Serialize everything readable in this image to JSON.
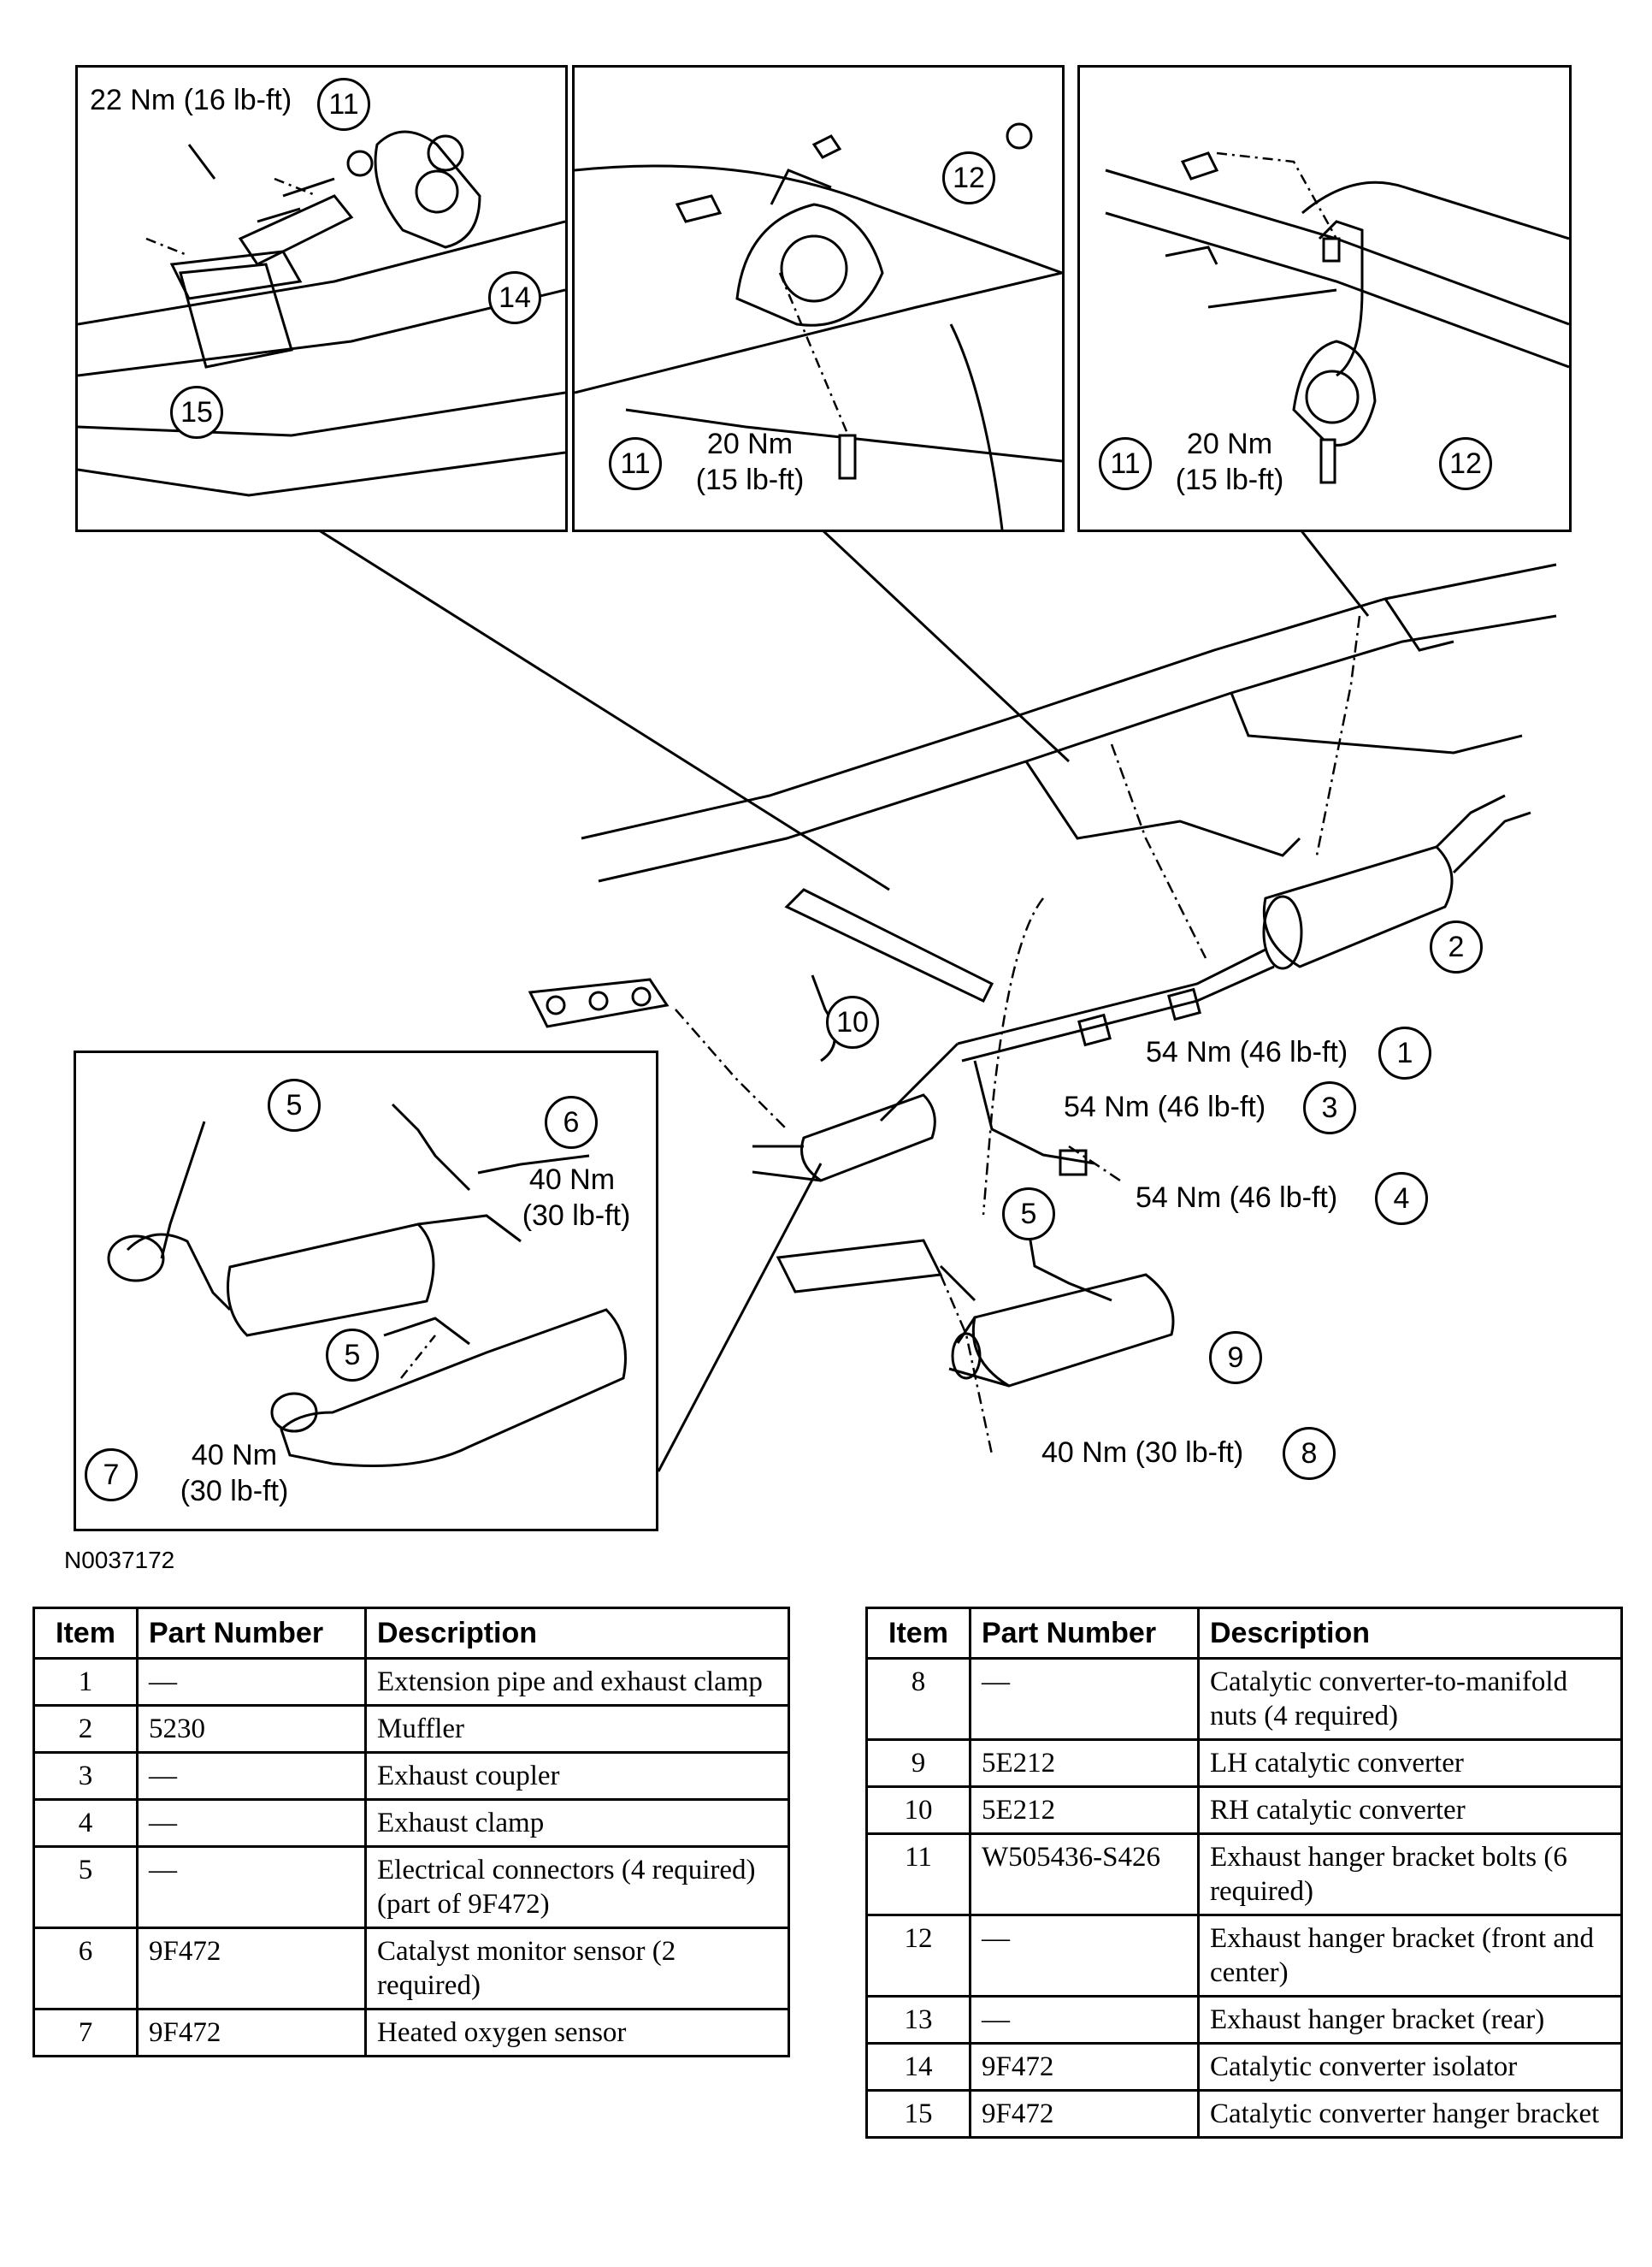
{
  "figure_id": "N0037172",
  "callouts": {
    "inset1": {
      "torque_top": "22 Nm (16 lb-ft)",
      "n11": "11",
      "n14": "14",
      "n15": "15"
    },
    "inset2": {
      "n12": "12",
      "n11": "11",
      "torque_line1": "20 Nm",
      "torque_line2": "(15 lb-ft)"
    },
    "inset3": {
      "n11": "11",
      "n12": "12",
      "torque_line1": "20 Nm",
      "torque_line2": "(15 lb-ft)"
    },
    "inset4": {
      "n5a": "5",
      "n6": "6",
      "torque6_line1": "40 Nm",
      "torque6_line2": "(30 lb-ft)",
      "n5b": "5",
      "n7": "7",
      "torque7_line1": "40 Nm",
      "torque7_line2": "(30 lb-ft)"
    },
    "main": {
      "n2": "2",
      "n10": "10",
      "torque1": "54 Nm (46 lb-ft)",
      "n1": "1",
      "torque3": "54 Nm (46 lb-ft)",
      "n3": "3",
      "torque4": "54 Nm (46 lb-ft)",
      "n4": "4",
      "n5": "5",
      "n9": "9",
      "torque8": "40 Nm (30 lb-ft)",
      "n8": "8"
    }
  },
  "table_headers": {
    "item": "Item",
    "part_number": "Part Number",
    "description": "Description"
  },
  "table_left": [
    {
      "item": "1",
      "part": "—",
      "desc": "Extension pipe and exhaust clamp"
    },
    {
      "item": "2",
      "part": "5230",
      "desc": "Muffler"
    },
    {
      "item": "3",
      "part": "—",
      "desc": "Exhaust coupler"
    },
    {
      "item": "4",
      "part": "—",
      "desc": "Exhaust clamp"
    },
    {
      "item": "5",
      "part": "—",
      "desc": "Electrical connectors (4 required) (part of 9F472)"
    },
    {
      "item": "6",
      "part": "9F472",
      "desc": "Catalyst monitor sensor (2 required)"
    },
    {
      "item": "7",
      "part": "9F472",
      "desc": "Heated oxygen sensor"
    }
  ],
  "table_right": [
    {
      "item": "8",
      "part": "—",
      "desc": "Catalytic converter-to-manifold nuts (4 required)"
    },
    {
      "item": "9",
      "part": "5E212",
      "desc": "LH catalytic converter"
    },
    {
      "item": "10",
      "part": "5E212",
      "desc": "RH catalytic converter"
    },
    {
      "item": "11",
      "part": "W505436-S426",
      "desc": "Exhaust hanger bracket bolts (6 required)"
    },
    {
      "item": "12",
      "part": "—",
      "desc": "Exhaust hanger bracket (front and center)"
    },
    {
      "item": "13",
      "part": "—",
      "desc": "Exhaust hanger bracket (rear)"
    },
    {
      "item": "14",
      "part": "9F472",
      "desc": "Catalytic converter isolator"
    },
    {
      "item": "15",
      "part": "9F472",
      "desc": "Catalytic converter hanger bracket"
    }
  ]
}
